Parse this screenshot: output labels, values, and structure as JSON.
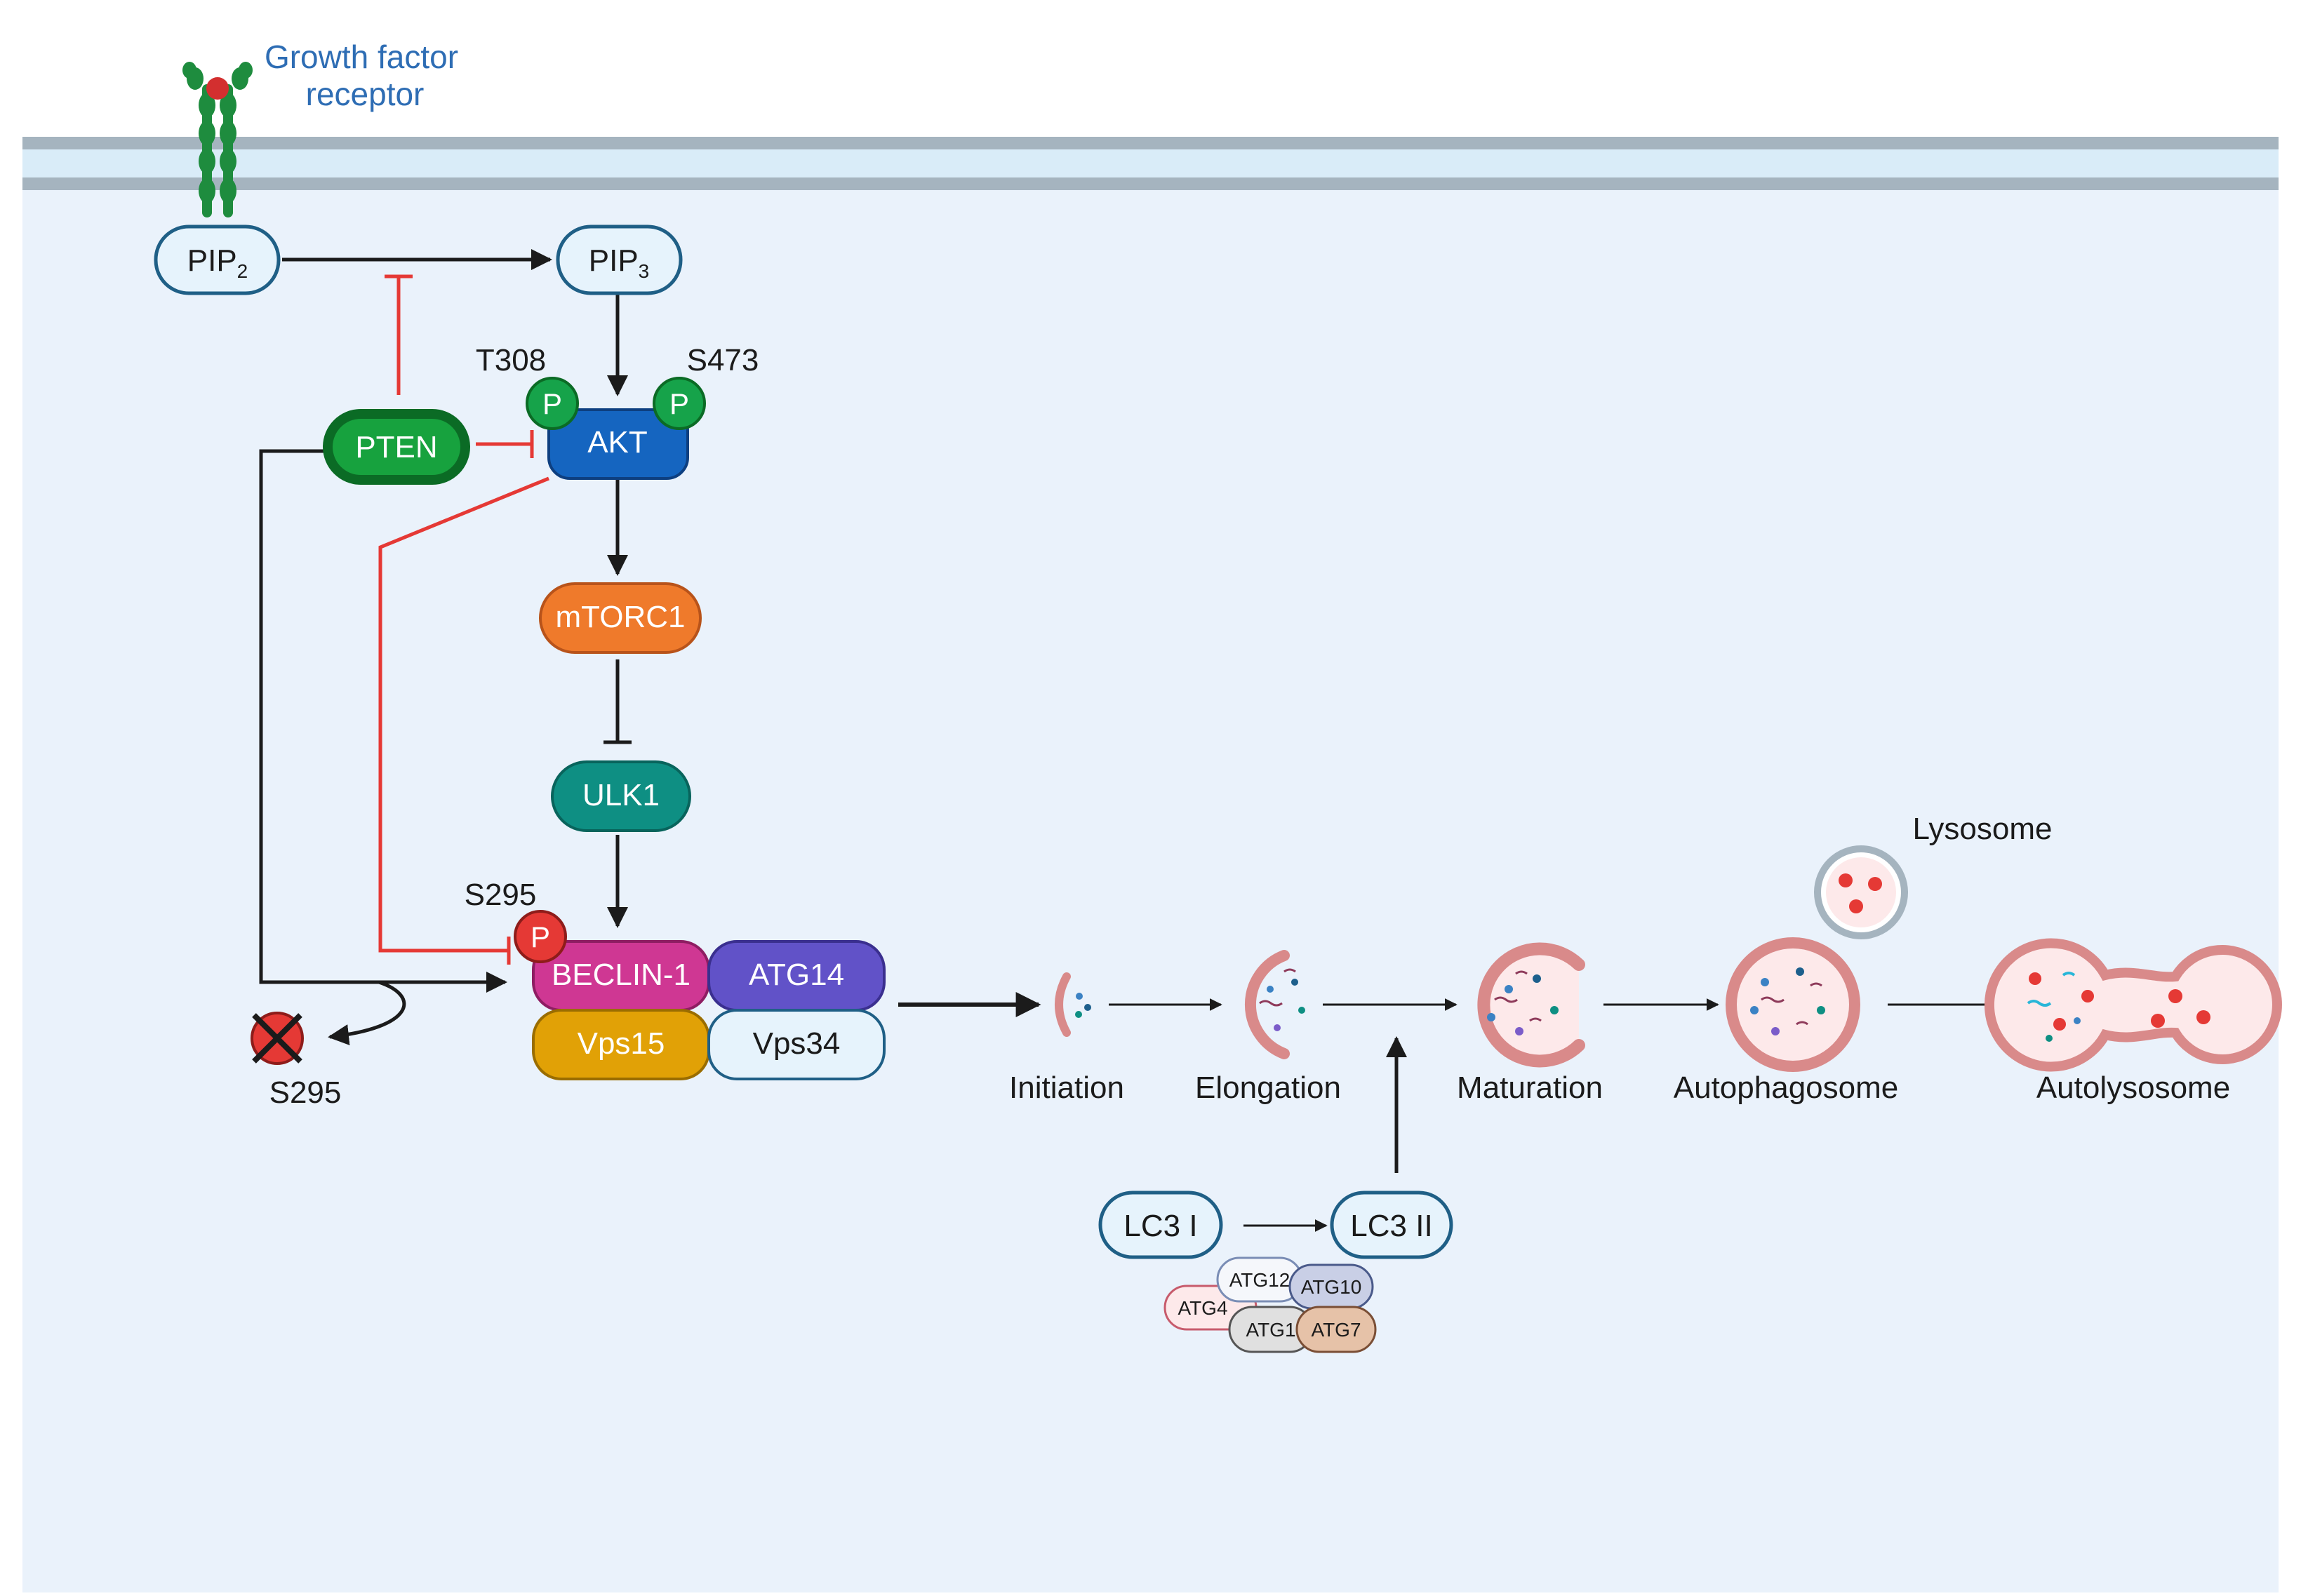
{
  "receptor": {
    "label_line1": "Growth factor",
    "label_line2": "receptor"
  },
  "nodes": {
    "pip2": {
      "base": "PIP",
      "sub": "2"
    },
    "pip3": {
      "base": "PIP",
      "sub": "3"
    },
    "akt": "AKT",
    "pten": "PTEN",
    "mtorc1": "mTORC1",
    "ulk1": "ULK1",
    "beclin1": "BECLIN-1",
    "atg14": "ATG14",
    "vps15": "Vps15",
    "vps34": "Vps34",
    "lc3i": "LC3 I",
    "lc3ii": "LC3 II",
    "atg12": "ATG12",
    "atg10": "ATG10",
    "atg4": "ATG4",
    "atg1": "ATG1",
    "atg7": "ATG7"
  },
  "phospho": {
    "p": "P",
    "t308": "T308",
    "s473": "S473",
    "s295": "S295",
    "s295_removed": "S295"
  },
  "stages": {
    "initiation": "Initiation",
    "elongation": "Elongation",
    "maturation": "Maturation",
    "autophagosome": "Autophagosome",
    "autolysosome": "Autolysosome",
    "lysosome": "Lysosome"
  },
  "colors": {
    "background": "#eaf2fb",
    "membrane": "#a5b4bf",
    "membrane_inner": "#d9ecf8",
    "outline_blue": "#1f5f86",
    "akt": "#1565c0",
    "pten": "#0a7a2a",
    "phospho": "#16a34a",
    "mtorc1": "#ef7a2b",
    "ulk1": "#0e8f83",
    "beclin1": "#cf3793",
    "atg14": "#6152c8",
    "vps15": "#e1a106",
    "inhibition": "#e53935",
    "receptor": "#1e8c3e",
    "receptor_label": "#2e6db4",
    "vesicle": "#d98a8a"
  }
}
